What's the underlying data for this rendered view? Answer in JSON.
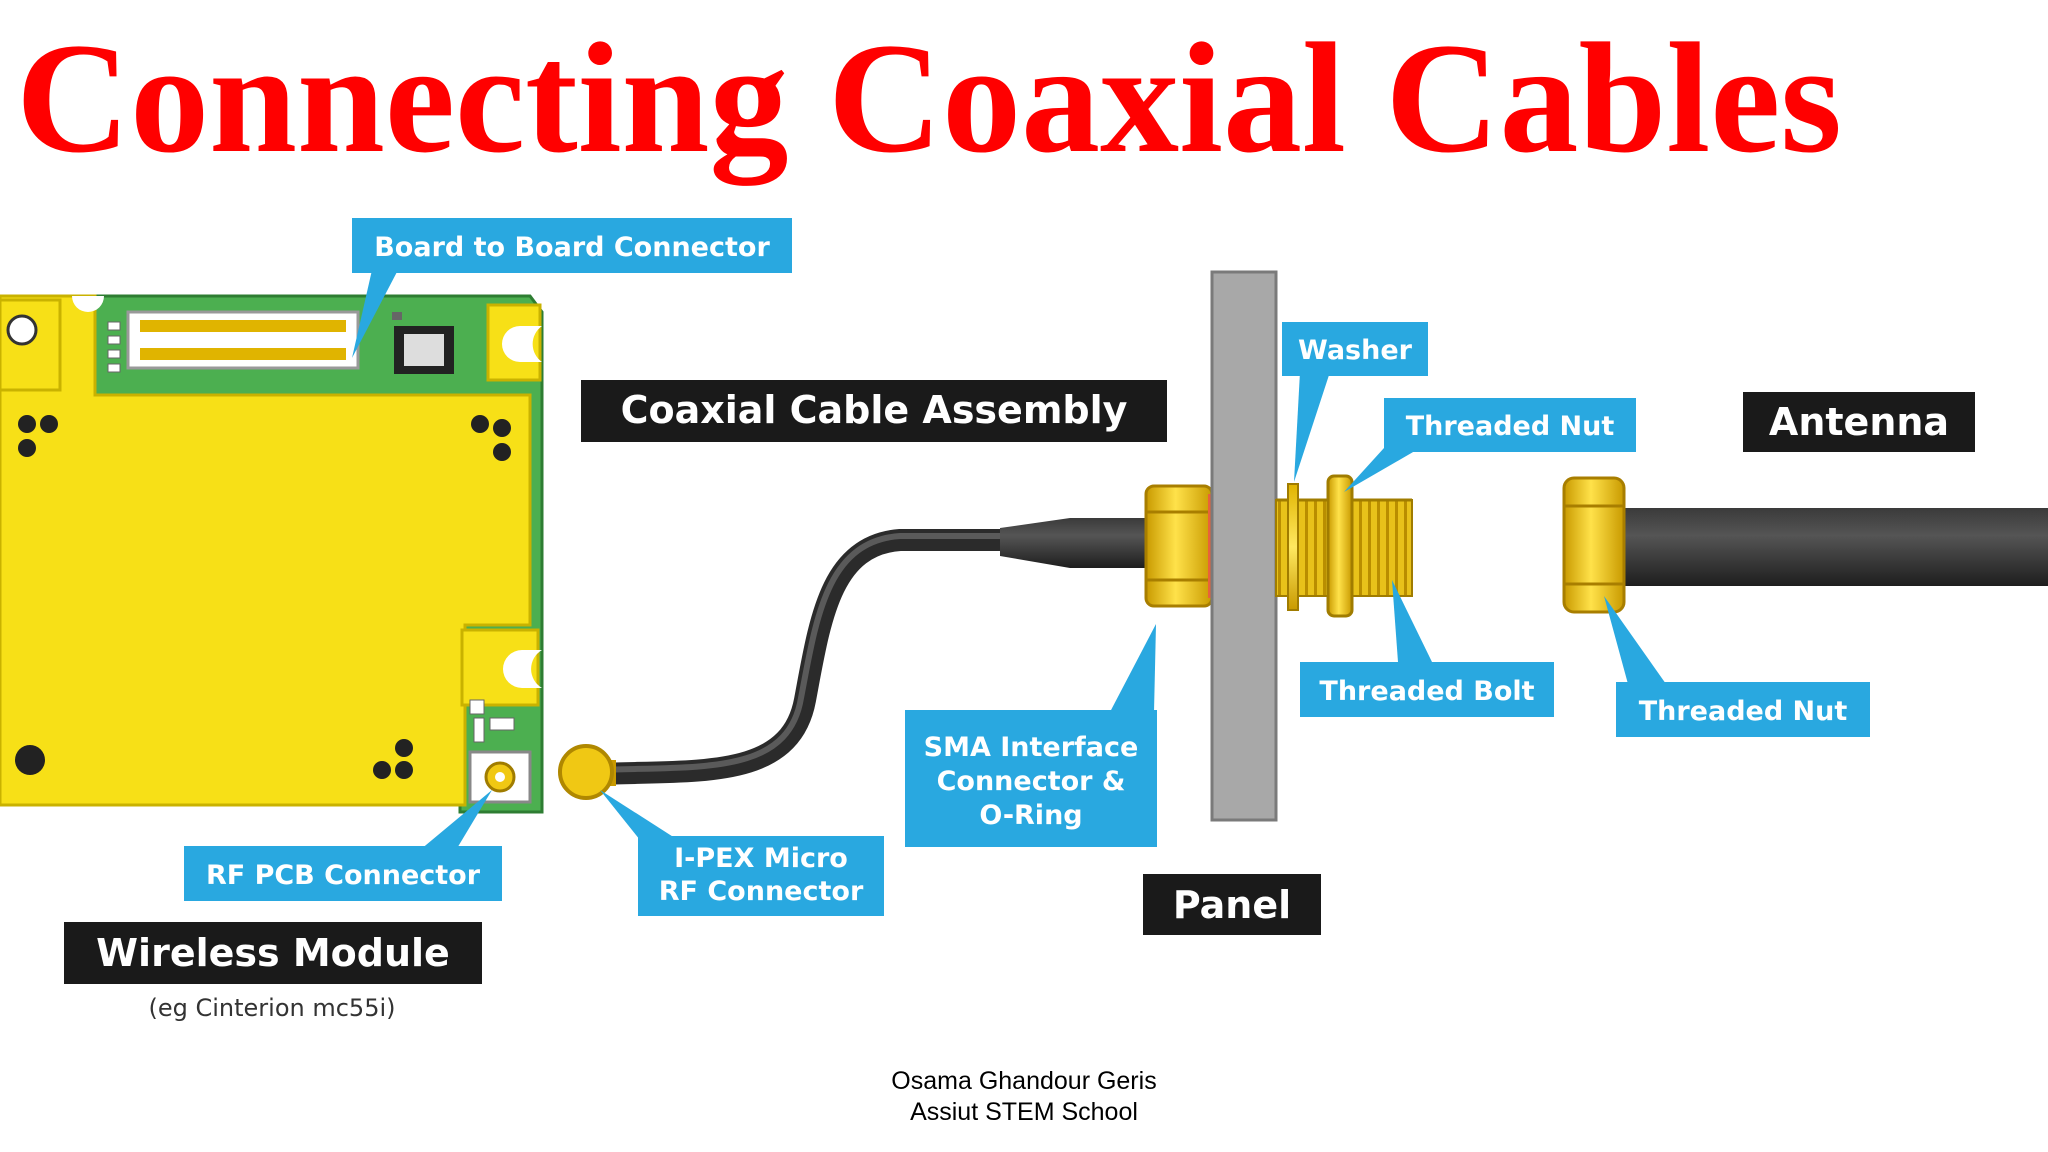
{
  "title": "Connecting Coaxial Cables",
  "labels": {
    "board_to_board": "Board to Board Connector",
    "coax_assembly": "Coaxial Cable Assembly",
    "washer": "Washer",
    "threaded_nut_top": "Threaded Nut",
    "antenna": "Antenna",
    "threaded_bolt": "Threaded Bolt",
    "threaded_nut_bottom": "Threaded Nut",
    "sma_line1": "SMA Interface",
    "sma_line2": "Connector &",
    "sma_line3": "O-Ring",
    "ipex_line1": "I-PEX Micro",
    "ipex_line2": "RF Connector",
    "rf_pcb": "RF PCB Connector",
    "panel": "Panel",
    "wireless_module": "Wireless Module",
    "wireless_module_example": "(eg Cinterion mc55i)"
  },
  "footer": {
    "line1": "Osama Ghandour Geris",
    "line2": "Assiut STEM School"
  },
  "colors": {
    "title": "#ff0000",
    "callout": "#29a8e0",
    "dark_label": "#1a1a1a",
    "module": "#f7e017",
    "pcb": "#4caf50",
    "brass": "#f0c814",
    "cable": "#2e2e2e",
    "panel": "#a8a8a8"
  }
}
